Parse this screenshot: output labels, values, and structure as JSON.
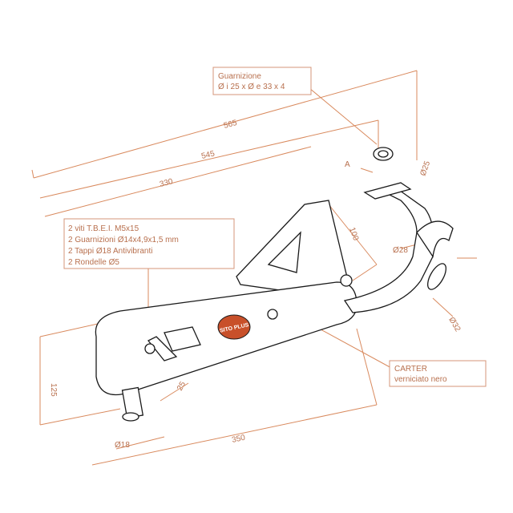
{
  "dimensions": {
    "d565": "565",
    "d545": "545",
    "d330": "330",
    "d100": "100",
    "d125": "125",
    "d25_top": "Ø25",
    "d28": "Ø28",
    "d32": "Ø32",
    "d25_bottom": "25",
    "d18": "Ø18",
    "d350": "350",
    "point_a": "A"
  },
  "callouts": {
    "gasket": [
      "Guarnizione",
      "Ø i 25 x Ø e 33 x 4"
    ],
    "kit": [
      "2 viti T.B.E.I. M5x15",
      "2 Guarnizioni Ø14x4,9x1,5 mm",
      "2 Tappi Ø18 Antivibranti",
      "2 Rondelle Ø5"
    ],
    "carter": [
      "CARTER",
      "verniciato nero"
    ]
  },
  "logo": "SITO PLUS",
  "colors": {
    "dimension": "#d98a5e",
    "text": "#b8704e",
    "logo": "#c8502a"
  }
}
